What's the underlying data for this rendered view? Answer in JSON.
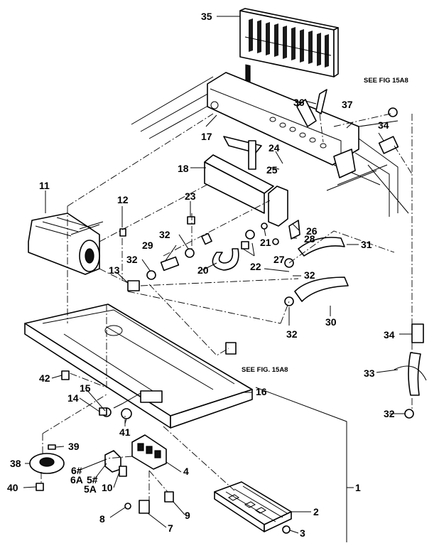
{
  "diagram": {
    "references": {
      "top_right": "SEE FIG 15A8",
      "middle_right": "SEE FIG. 15A8"
    },
    "callouts": [
      {
        "id": "c35",
        "text": "35"
      },
      {
        "id": "c36",
        "text": "36"
      },
      {
        "id": "c37",
        "text": "37"
      },
      {
        "id": "c34a",
        "text": "34"
      },
      {
        "id": "c17",
        "text": "17"
      },
      {
        "id": "c24",
        "text": "24"
      },
      {
        "id": "c25",
        "text": "25"
      },
      {
        "id": "c18",
        "text": "18"
      },
      {
        "id": "c11",
        "text": "11"
      },
      {
        "id": "c12",
        "text": "12"
      },
      {
        "id": "c23",
        "text": "23"
      },
      {
        "id": "c26",
        "text": "26"
      },
      {
        "id": "c28",
        "text": "28"
      },
      {
        "id": "c21",
        "text": "21"
      },
      {
        "id": "c31",
        "text": "31"
      },
      {
        "id": "c32a",
        "text": "32"
      },
      {
        "id": "c29",
        "text": "29"
      },
      {
        "id": "c32b",
        "text": "32"
      },
      {
        "id": "c20",
        "text": "20"
      },
      {
        "id": "c22",
        "text": "22"
      },
      {
        "id": "c27",
        "text": "27"
      },
      {
        "id": "c32c",
        "text": "32"
      },
      {
        "id": "c13",
        "text": "13"
      },
      {
        "id": "c30",
        "text": "30"
      },
      {
        "id": "c32d",
        "text": "32"
      },
      {
        "id": "c34b",
        "text": "34"
      },
      {
        "id": "c33",
        "text": "33"
      },
      {
        "id": "c16",
        "text": "16"
      },
      {
        "id": "c42",
        "text": "42"
      },
      {
        "id": "c15",
        "text": "15"
      },
      {
        "id": "c14",
        "text": "14"
      },
      {
        "id": "c32e",
        "text": "32"
      },
      {
        "id": "c41",
        "text": "41"
      },
      {
        "id": "c39",
        "text": "39"
      },
      {
        "id": "c38",
        "text": "38"
      },
      {
        "id": "c6",
        "text": "6#"
      },
      {
        "id": "c6a",
        "text": "6A"
      },
      {
        "id": "c5",
        "text": "5#"
      },
      {
        "id": "c5a",
        "text": "5A"
      },
      {
        "id": "c10",
        "text": "10"
      },
      {
        "id": "c4",
        "text": "4"
      },
      {
        "id": "c40",
        "text": "40"
      },
      {
        "id": "c1",
        "text": "1"
      },
      {
        "id": "c2",
        "text": "2"
      },
      {
        "id": "c8",
        "text": "8"
      },
      {
        "id": "c9",
        "text": "9"
      },
      {
        "id": "c7",
        "text": "7"
      },
      {
        "id": "c3",
        "text": "3"
      }
    ]
  }
}
